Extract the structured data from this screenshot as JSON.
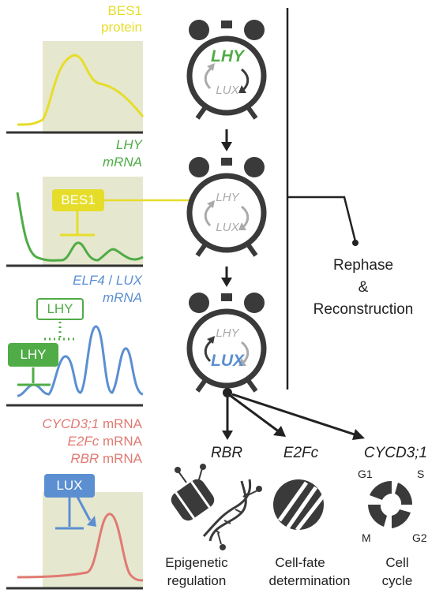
{
  "panels": {
    "bes1": {
      "line1": "BES1",
      "line2": "protein",
      "color": "#e6dd2a"
    },
    "lhy": {
      "line1": "LHY",
      "line2": "mRNA",
      "inhibitor_label": "BES1",
      "color": "#4fac46"
    },
    "elf4": {
      "line1_gene_a": "ELF4",
      "line1_sep": " / ",
      "line1_gene_b": "LUX",
      "line2": "mRNA",
      "outline_box_label": "LHY",
      "filled_box_label": "LHY",
      "color": "#5b8fd1"
    },
    "cycd": {
      "line1_gene": "CYCD3;1",
      "line1_suffix": " mRNA",
      "line2_gene": "E2Fc",
      "line2_suffix": " mRNA",
      "line3_gene": "RBR",
      "line3_suffix": " mRNA",
      "box_label": "LUX",
      "color": "#e07a72"
    }
  },
  "clocks": {
    "top": {
      "label_main": "LHY",
      "label_sub": "LUX"
    },
    "middle": {
      "label_main": "LHY",
      "label_sub": "LUX"
    },
    "bottom": {
      "label_main": "LUX",
      "label_sub": "LHY"
    }
  },
  "side": {
    "line1": "Rephase",
    "line2": "&",
    "line3": "Reconstruction"
  },
  "targets": [
    {
      "gene": "RBR",
      "outcome_line1": "Epigenetic",
      "outcome_line2": "regulation"
    },
    {
      "gene": "E2Fc",
      "outcome_line1": "Cell-fate",
      "outcome_line2": "determination"
    },
    {
      "gene": "CYCD3;1",
      "outcome_line1": "Cell",
      "outcome_line2": "cycle",
      "phases": {
        "g1": "G1",
        "s": "S",
        "m": "M",
        "g2": "G2"
      }
    }
  ],
  "colors": {
    "shade": "#e6e7cf",
    "clock": "#3a3a3a",
    "axis": "#333333",
    "gray_text": "#aaaaaa"
  }
}
